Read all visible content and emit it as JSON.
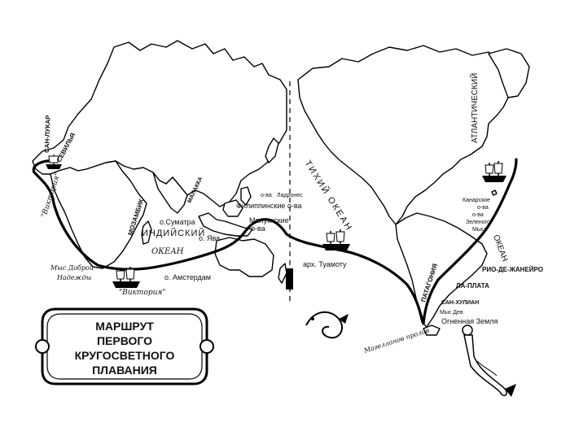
{
  "title_lines": [
    "МАРШРУТ",
    "ПЕРВОГО",
    "КРУГОСВЕТНОГО",
    "ПЛАВАНИЯ"
  ],
  "oceans": {
    "indian_1": "ИНДИЙСКИЙ",
    "indian_2": "ОКЕАН",
    "pacific": "ТИХИЙ ОКЕАН",
    "atlantic_1": "АТЛАНТИЧЕСКИЙ",
    "atlantic_2": "ОКЕАН"
  },
  "places": {
    "san_lucar": "САН-ЛУКАР",
    "sevilla": "СЕВИЛЬЯ",
    "victoria_return": "\"Виктория\"",
    "mozambique": "МОЗАМБИК",
    "cape_good_hope_1": "Мыс Доброй",
    "cape_good_hope_2": "Надежды",
    "victoria_ship": "\"Виктория\"",
    "amsterdam": "о. Амстердам",
    "sumatra": "о.Сумат­ра",
    "malacca": "МАЛАККА",
    "java": "о. Ява",
    "moluccas_1": "Молуккские",
    "moluccas_2": "о-ва",
    "philippines": "Филиппинские о-ва",
    "ladrones_1": "о-ва",
    "ladrones_2": "Ладронес",
    "tuamotu": "арх. Туамоту",
    "canary_1": "Канарские",
    "canary_2": "о-ва",
    "cape_verde_1": "о-ва",
    "cape_verde_2": "Зеленого",
    "cape_verde_3": "Мыса",
    "rio": "РИО-ДЕ-ЖАНЕЙРО",
    "la_plata": "ЛА-ПЛАТА",
    "san_julian": "САН-ХУЛИАН",
    "cape_virgins": "Мыс Дев",
    "tierra_del_fuego": "Огненная Земля",
    "magellan_strait": "Магелланов пролив",
    "patagonia": "ПАТАГОНИЯ"
  }
}
